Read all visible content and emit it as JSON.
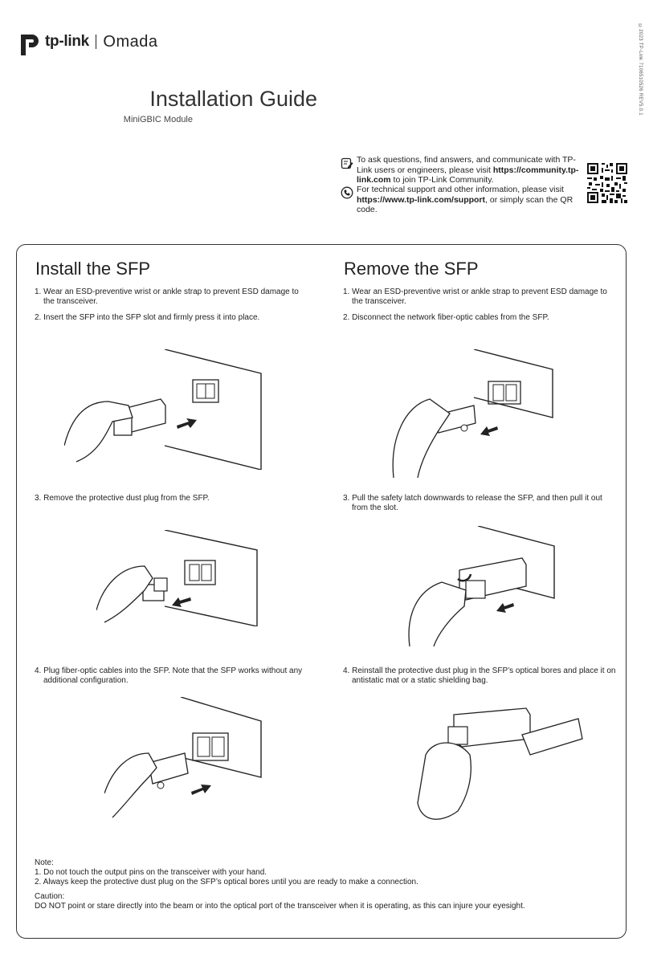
{
  "header": {
    "brand_tp": "tp-link",
    "brand_omada": "Omada",
    "doc_code": "©2023 TP-Link 7106510526 REV5.0.1",
    "title": "Installation Guide",
    "subtitle": "MiniGBIC Module"
  },
  "support": {
    "line1_pre": "To ask questions, find answers, and communicate with TP-Link users or engineers, please visit ",
    "line1_link": "https://community.tp-link.com",
    "line1_post": " to join TP-Link Community.",
    "line2_pre": "For technical support and other information, please visit ",
    "line2_link": "https://www.tp-link.com/support",
    "line2_post": ", or simply scan the QR code.",
    "icons": [
      "edit-comment-icon",
      "phone-icon",
      "qr-code"
    ]
  },
  "install": {
    "title": "Install the SFP",
    "steps": [
      "1. Wear an ESD-preventive wrist or ankle strap to prevent ESD damage to the transceiver.",
      "2. Insert the SFP into the SFP slot and firmly press it into place.",
      "3. Remove the protective dust plug from the SFP.",
      "4. Plug fiber-optic cables into the SFP. Note that the SFP works without any additional configuration."
    ]
  },
  "remove": {
    "title": "Remove the SFP",
    "steps": [
      "1. Wear an ESD-preventive wrist or ankle strap to prevent ESD damage to the transceiver.",
      "2. Disconnect the network fiber-optic cables from the SFP.",
      "3. Pull the safety latch downwards to release the SFP, and then pull it out from the slot.",
      "4. Reinstall the protective dust plug in the SFP’s optical bores and place it on antistatic mat or a static shielding bag."
    ]
  },
  "notes": {
    "note_label": "Note:",
    "note1": "1. Do not touch the output pins on the transceiver with your hand.",
    "note2": "2. Always keep the protective dust plug on the SFP’s optical bores until you are ready to make a connection.",
    "caution_label": "Caution:",
    "caution": "DO NOT point or stare directly into the beam or into the optical port of the transceiver when it is operating, as this can injure your eyesight."
  }
}
